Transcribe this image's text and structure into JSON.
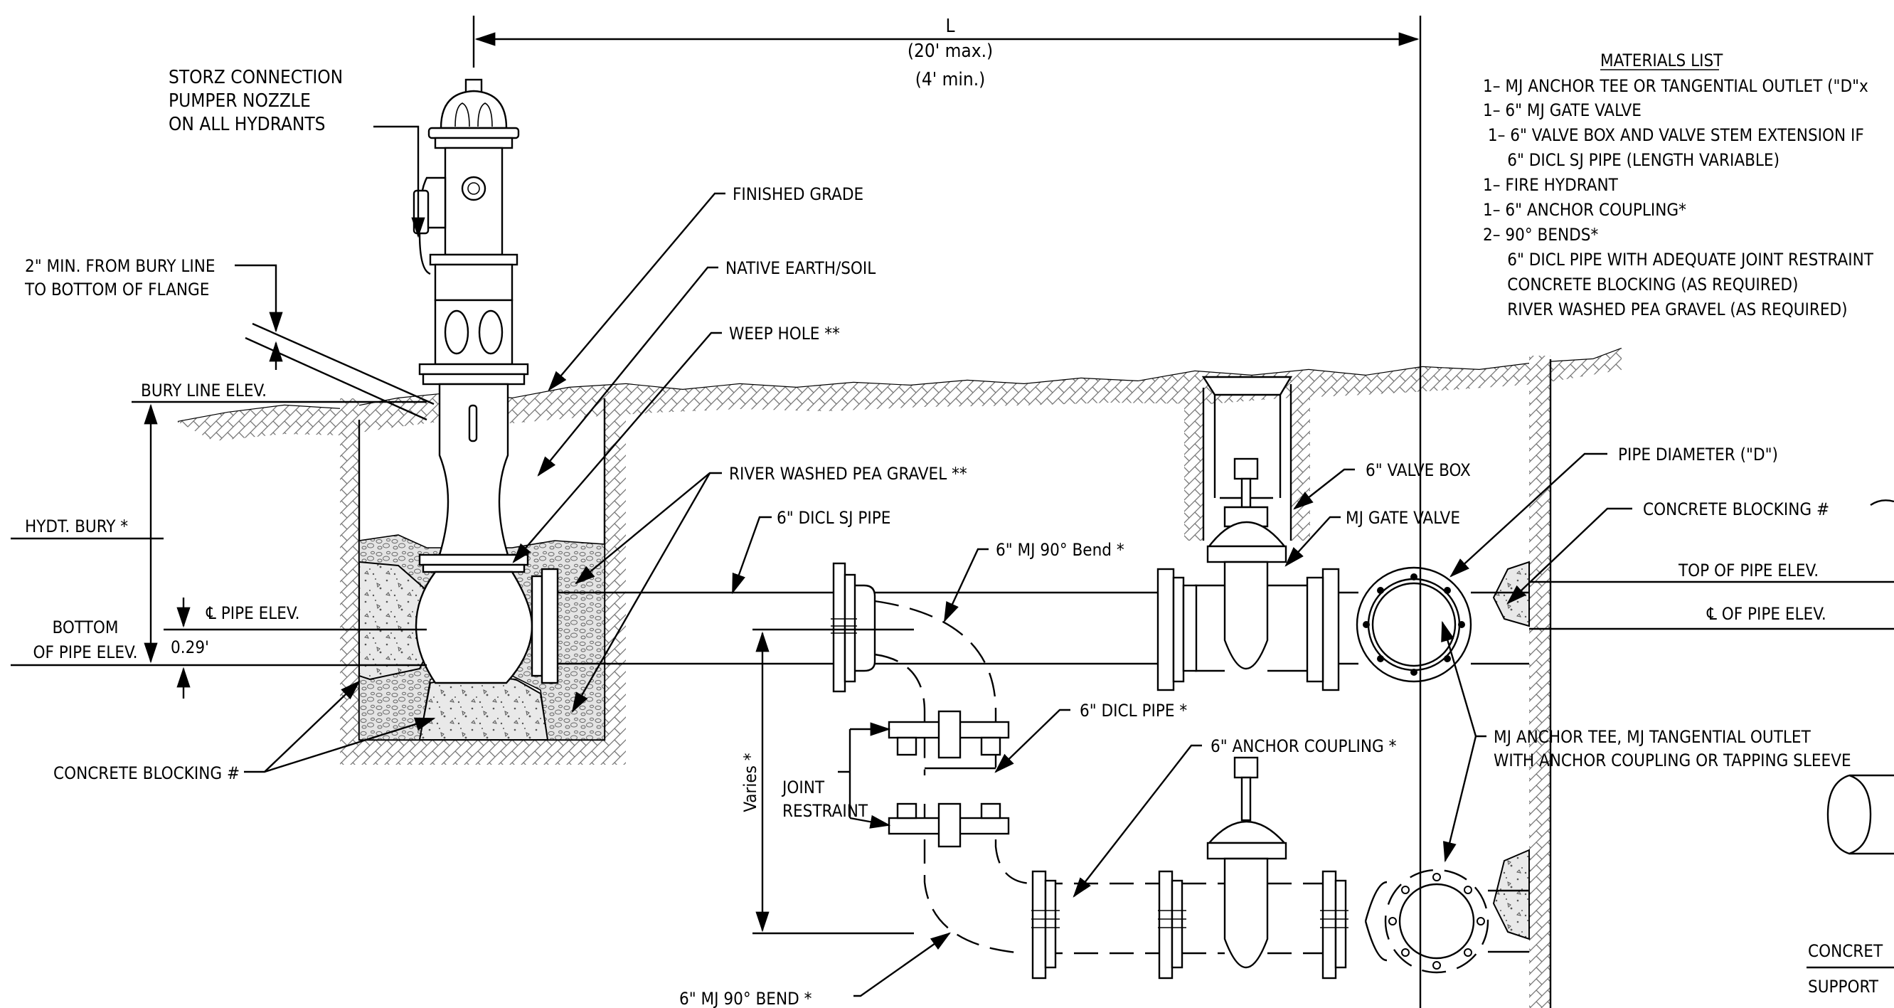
{
  "dimensions": {
    "length_symbol": "L",
    "length_max": "(20' max.)",
    "length_min": "(4' min.)",
    "varies": "Varies *",
    "bury_offset": "0.29'"
  },
  "labels": {
    "storz_line1": "STORZ CONNECTION",
    "storz_line2": "PUMPER NOZZLE",
    "storz_line3": "ON ALL HYDRANTS",
    "bury_min_line1": "2\" MIN. FROM BURY LINE",
    "bury_min_line2": "TO BOTTOM OF FLANGE",
    "bury_line_elev": "BURY LINE ELEV.",
    "hydt_bury": "HYDT. BURY *",
    "cl_pipe_elev": "℄ PIPE ELEV.",
    "bottom_pipe_line1": "BOTTOM",
    "bottom_pipe_line2": "OF PIPE ELEV.",
    "concrete_blocking_left": "CONCRETE BLOCKING #",
    "finished_grade": "FINISHED GRADE",
    "native_earth": "NATIVE EARTH/SOIL",
    "weep_hole": "WEEP HOLE **",
    "river_gravel": "RIVER WASHED PEA GRAVEL **",
    "dicl_sj_pipe": "6\" DICL SJ PIPE",
    "mj_90_bend_top": "6\" MJ 90° Bend *",
    "valve_box": "6\" VALVE BOX",
    "mj_gate_valve": "MJ GATE VALVE",
    "dicl_pipe": "6\" DICL PIPE *",
    "anchor_coupling": "6\" ANCHOR COUPLING *",
    "joint_restraint_line1": "JOINT",
    "joint_restraint_line2": "RESTRAINT",
    "mj_90_bend_bottom": "6\" MJ 90° BEND *",
    "pipe_diameter": "PIPE DIAMETER (\"D\")",
    "concrete_blocking_right": "CONCRETE BLOCKING #",
    "top_pipe_elev": "TOP OF PIPE ELEV.",
    "cl_of_pipe_elev": "℄ OF PIPE ELEV.",
    "tee_line1": "MJ ANCHOR TEE, MJ TANGENTIAL OUTLET",
    "tee_line2": "WITH ANCHOR COUPLING OR TAPPING SLEEVE",
    "concrete_support_line1": "CONCRET",
    "concrete_support_line2": "SUPPORT"
  },
  "materials": {
    "title": "MATERIALS LIST",
    "items": [
      "1– MJ ANCHOR TEE OR TANGENTIAL OUTLET (\"D\"x",
      "1– 6\" MJ GATE VALVE",
      " 1– 6\" VALVE BOX AND VALVE STEM EXTENSION IF",
      "     6\" DICL SJ PIPE (LENGTH VARIABLE)",
      "1– FIRE HYDRANT",
      "1– 6\" ANCHOR COUPLING*",
      "2– 90° BENDS*",
      "     6\" DICL PIPE WITH ADEQUATE JOINT RESTRAINT",
      "     CONCRETE BLOCKING (AS REQUIRED)",
      "     RIVER WASHED PEA GRAVEL (AS REQUIRED)"
    ]
  }
}
